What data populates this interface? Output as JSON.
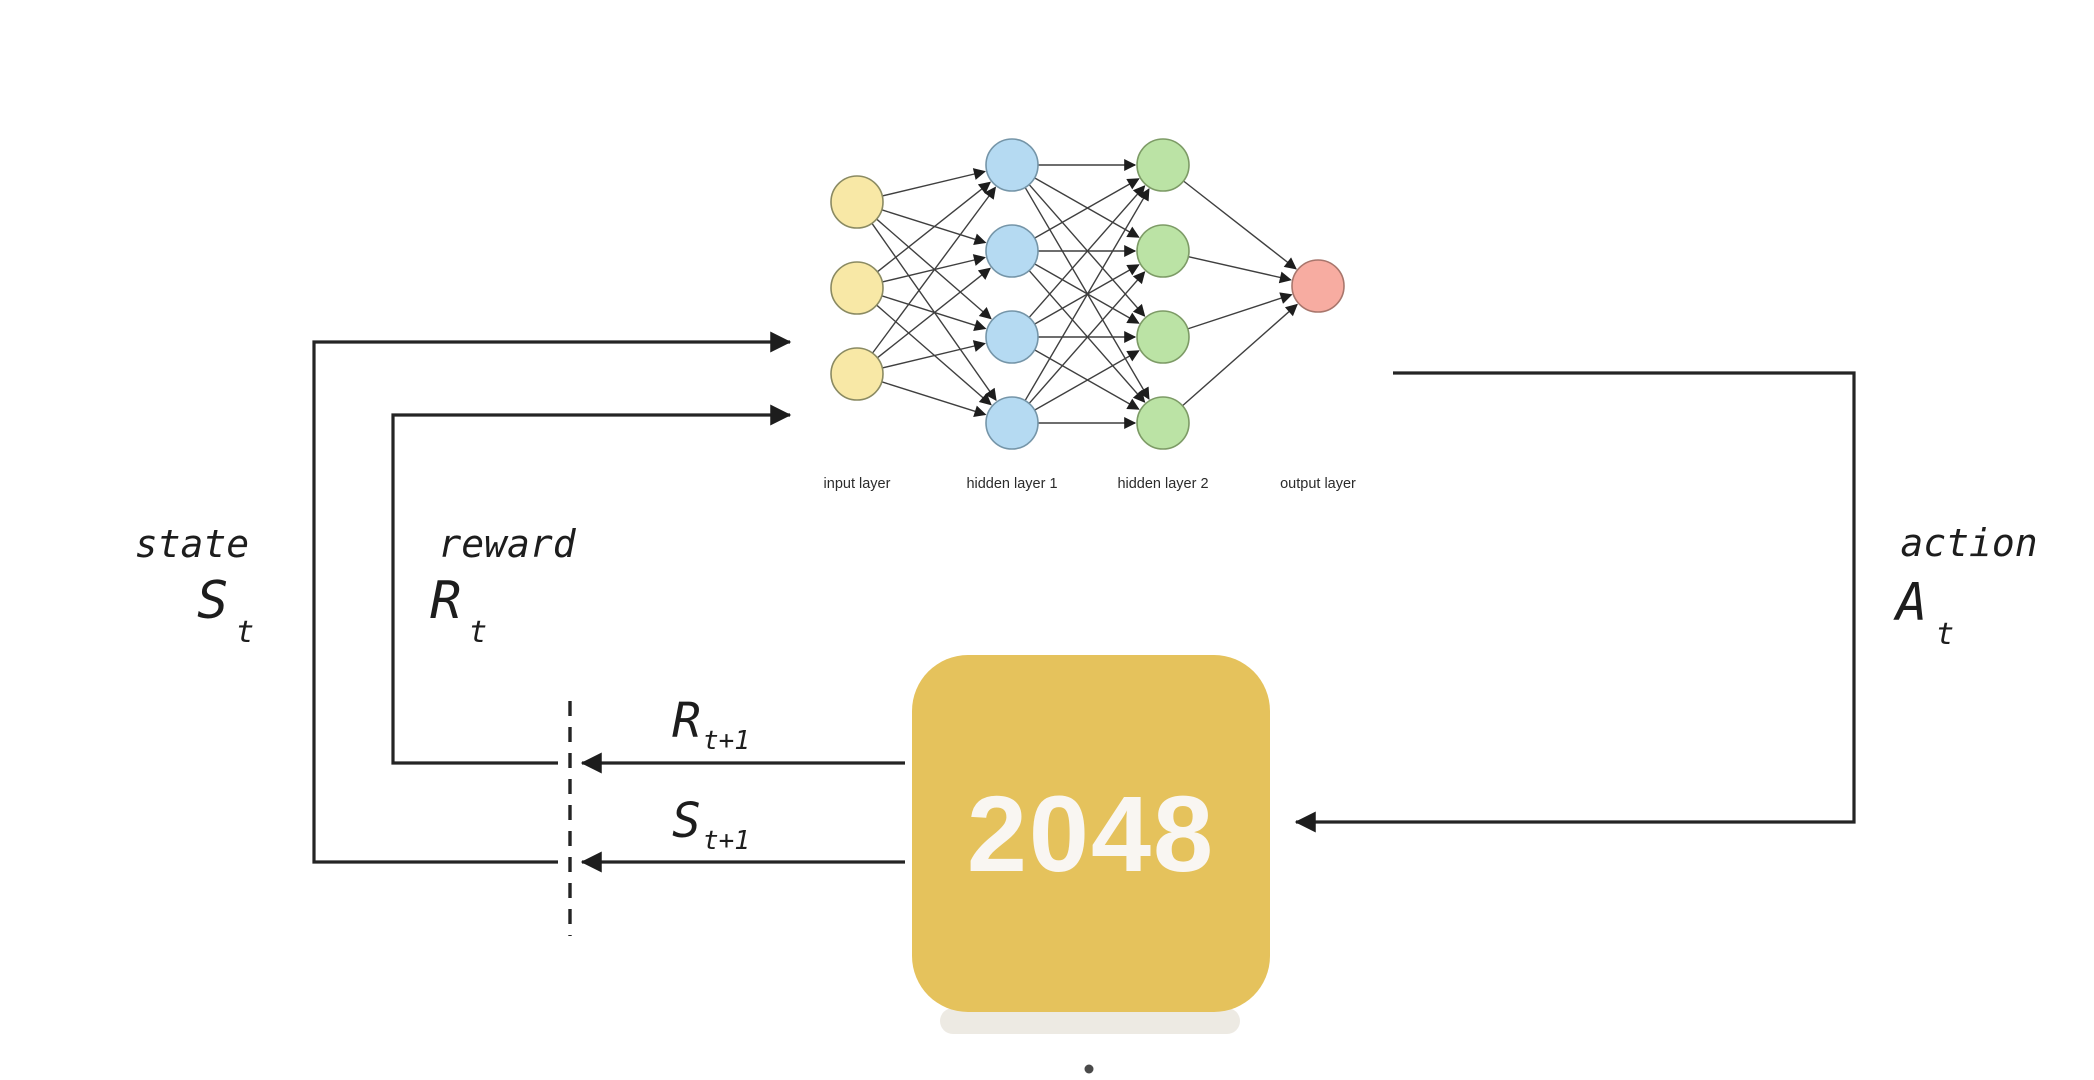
{
  "agent_network": {
    "layers": [
      {
        "label": "input layer",
        "nodes": 3,
        "fill": "#F8E8A6",
        "stroke": "#8A8A62"
      },
      {
        "label": "hidden layer 1",
        "nodes": 4,
        "fill": "#B5DAF2",
        "stroke": "#7595A8"
      },
      {
        "label": "hidden layer 2",
        "nodes": 4,
        "fill": "#BBE3A5",
        "stroke": "#7D9B66"
      },
      {
        "label": "output layer",
        "nodes": 1,
        "fill": "#F7ACA1",
        "stroke": "#A8766C"
      }
    ],
    "edge_color": "#3f3f3f"
  },
  "signals": {
    "state": {
      "word": "state",
      "symbol": "S",
      "subscript": "t"
    },
    "reward": {
      "word": "reward",
      "symbol": "R",
      "subscript": "t"
    },
    "action": {
      "word": "action",
      "symbol": "A",
      "subscript": "t"
    },
    "next_reward": {
      "symbol": "R",
      "subscript": "t+1"
    },
    "next_state": {
      "symbol": "S",
      "subscript": "t+1"
    }
  },
  "environment": {
    "tile_label": "2048",
    "tile_color": "#E5C25C",
    "tile_text_color": "#F9F6F2"
  },
  "colors": {
    "loop_line": "#242424",
    "arrowhead": "#1d1d1d"
  }
}
